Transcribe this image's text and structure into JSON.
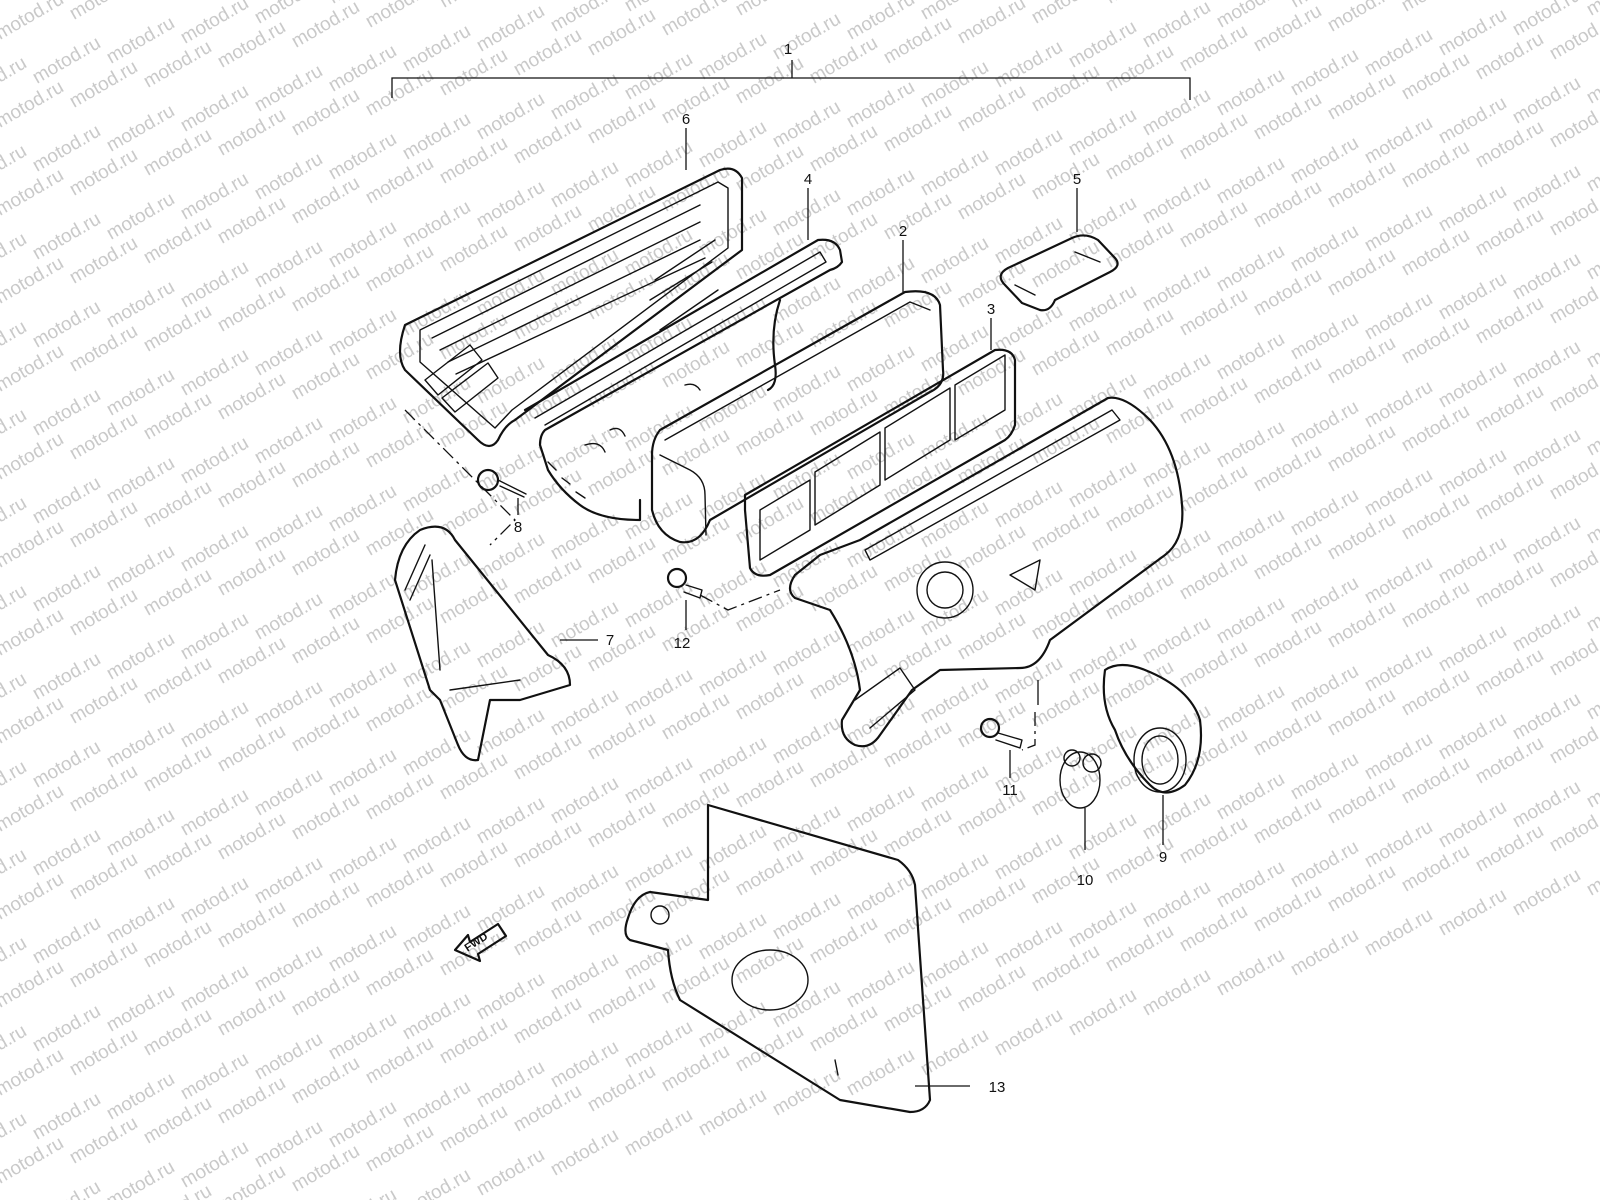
{
  "watermark": {
    "text": "motod.ru"
  },
  "callouts": {
    "c1": "1",
    "c2": "2",
    "c3": "3",
    "c4": "4",
    "c5": "5",
    "c6": "6",
    "c7": "7",
    "c8": "8",
    "c9": "9",
    "c10": "10",
    "c11": "11",
    "c12": "12",
    "c13": "13"
  },
  "direction_arrow": {
    "label": "FWD"
  }
}
